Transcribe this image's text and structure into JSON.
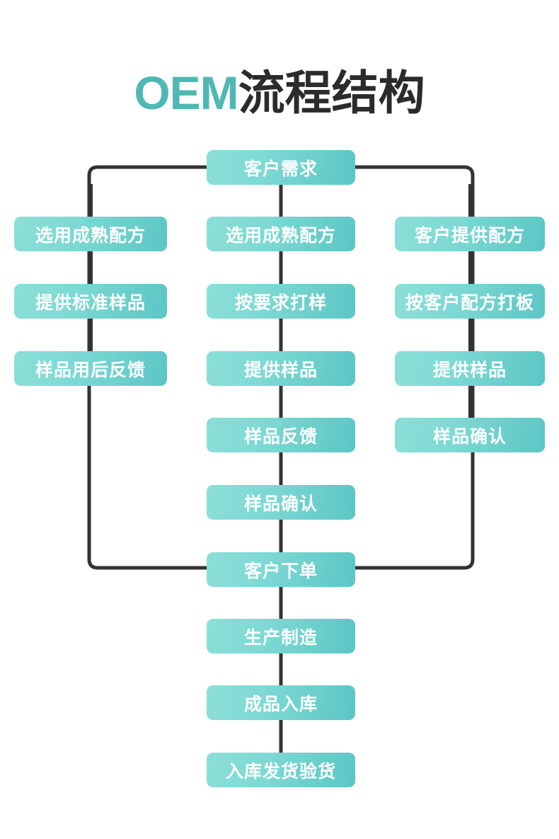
{
  "page": {
    "title_prefix": "OEM",
    "title_suffix": "流程结构",
    "background_color": "#ffffff"
  },
  "style": {
    "node_gradient_start": "#8BDFD8",
    "node_gradient_end": "#5CC6C4",
    "node_text_color": "#ffffff",
    "connector_color": "#333333",
    "title_accent_color": "#4FB8B4",
    "title_text_color": "#2B2B2B"
  },
  "flow": {
    "start": {
      "label": "客户需求"
    },
    "branches": [
      {
        "name": "branch-left",
        "steps": [
          {
            "label": "选用成熟配方"
          },
          {
            "label": "提供标准样品"
          },
          {
            "label": "样品用后反馈"
          }
        ]
      },
      {
        "name": "branch-middle",
        "steps": [
          {
            "label": "选用成熟配方"
          },
          {
            "label": "按要求打样"
          },
          {
            "label": "提供样品"
          },
          {
            "label": "样品反馈"
          },
          {
            "label": "样品确认"
          }
        ]
      },
      {
        "name": "branch-right",
        "steps": [
          {
            "label": "客户提供配方"
          },
          {
            "label": "按客户配方打板"
          },
          {
            "label": "提供样品"
          },
          {
            "label": "样品确认"
          }
        ]
      }
    ],
    "merge": {
      "label": "客户下单"
    },
    "tail": [
      {
        "label": "生产制造"
      },
      {
        "label": "成品入库"
      },
      {
        "label": "入库发货验货"
      }
    ]
  }
}
